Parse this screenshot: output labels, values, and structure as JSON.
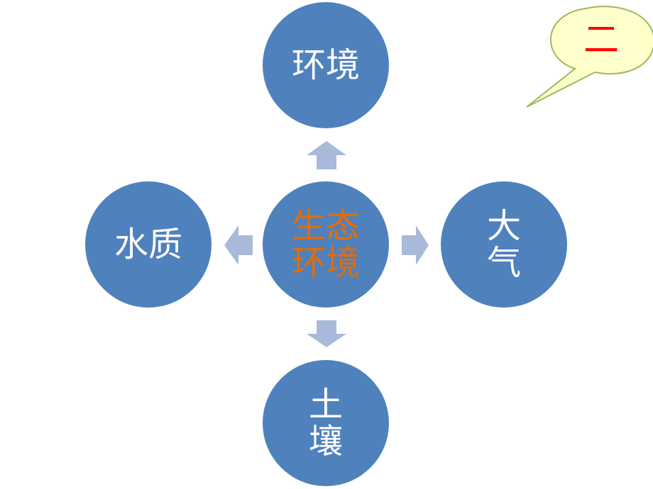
{
  "nodes": {
    "top": "环境",
    "left": "水质",
    "center_line1": "生态",
    "center_line2": "环境",
    "right_line1": "大",
    "right_line2": "气",
    "bottom_line1": "土",
    "bottom_line2": "壤"
  },
  "callout": {
    "label": "二"
  },
  "colors": {
    "circle": "#4f81bd",
    "circle_text": "#ffffff",
    "center_text": "#e36c09",
    "arrow": "#a9b9d9",
    "callout_fill": "#ffffcc",
    "callout_border": "#9bbb59",
    "callout_text": "#ff0000"
  }
}
